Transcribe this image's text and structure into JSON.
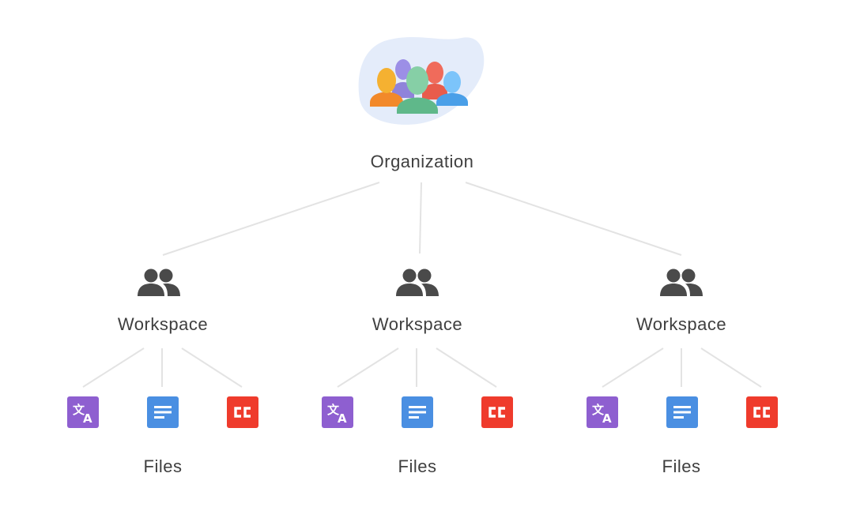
{
  "organization": {
    "label": "Organization",
    "icon": "people-group-illustration",
    "person_colors": [
      "#f5a623",
      "#9c8fe6",
      "#7bc8a0",
      "#f06b5b",
      "#6bb8f5"
    ],
    "backdrop_color": "#e4ecfa"
  },
  "connector_color": "#e3e3e3",
  "workspaces": [
    {
      "label": "Workspace",
      "icon": "workspace-people-icon",
      "files_label": "Files",
      "files": [
        {
          "icon": "translate-icon",
          "color": "#8e5fd0"
        },
        {
          "icon": "document-icon",
          "color": "#4a8fe2"
        },
        {
          "icon": "closed-captions-icon",
          "color": "#ef3b2c"
        }
      ]
    },
    {
      "label": "Workspace",
      "icon": "workspace-people-icon",
      "files_label": "Files",
      "files": [
        {
          "icon": "translate-icon",
          "color": "#8e5fd0"
        },
        {
          "icon": "document-icon",
          "color": "#4a8fe2"
        },
        {
          "icon": "closed-captions-icon",
          "color": "#ef3b2c"
        }
      ]
    },
    {
      "label": "Workspace",
      "icon": "workspace-people-icon",
      "files_label": "Files",
      "files": [
        {
          "icon": "translate-icon",
          "color": "#8e5fd0"
        },
        {
          "icon": "document-icon",
          "color": "#4a8fe2"
        },
        {
          "icon": "closed-captions-icon",
          "color": "#ef3b2c"
        }
      ]
    }
  ]
}
